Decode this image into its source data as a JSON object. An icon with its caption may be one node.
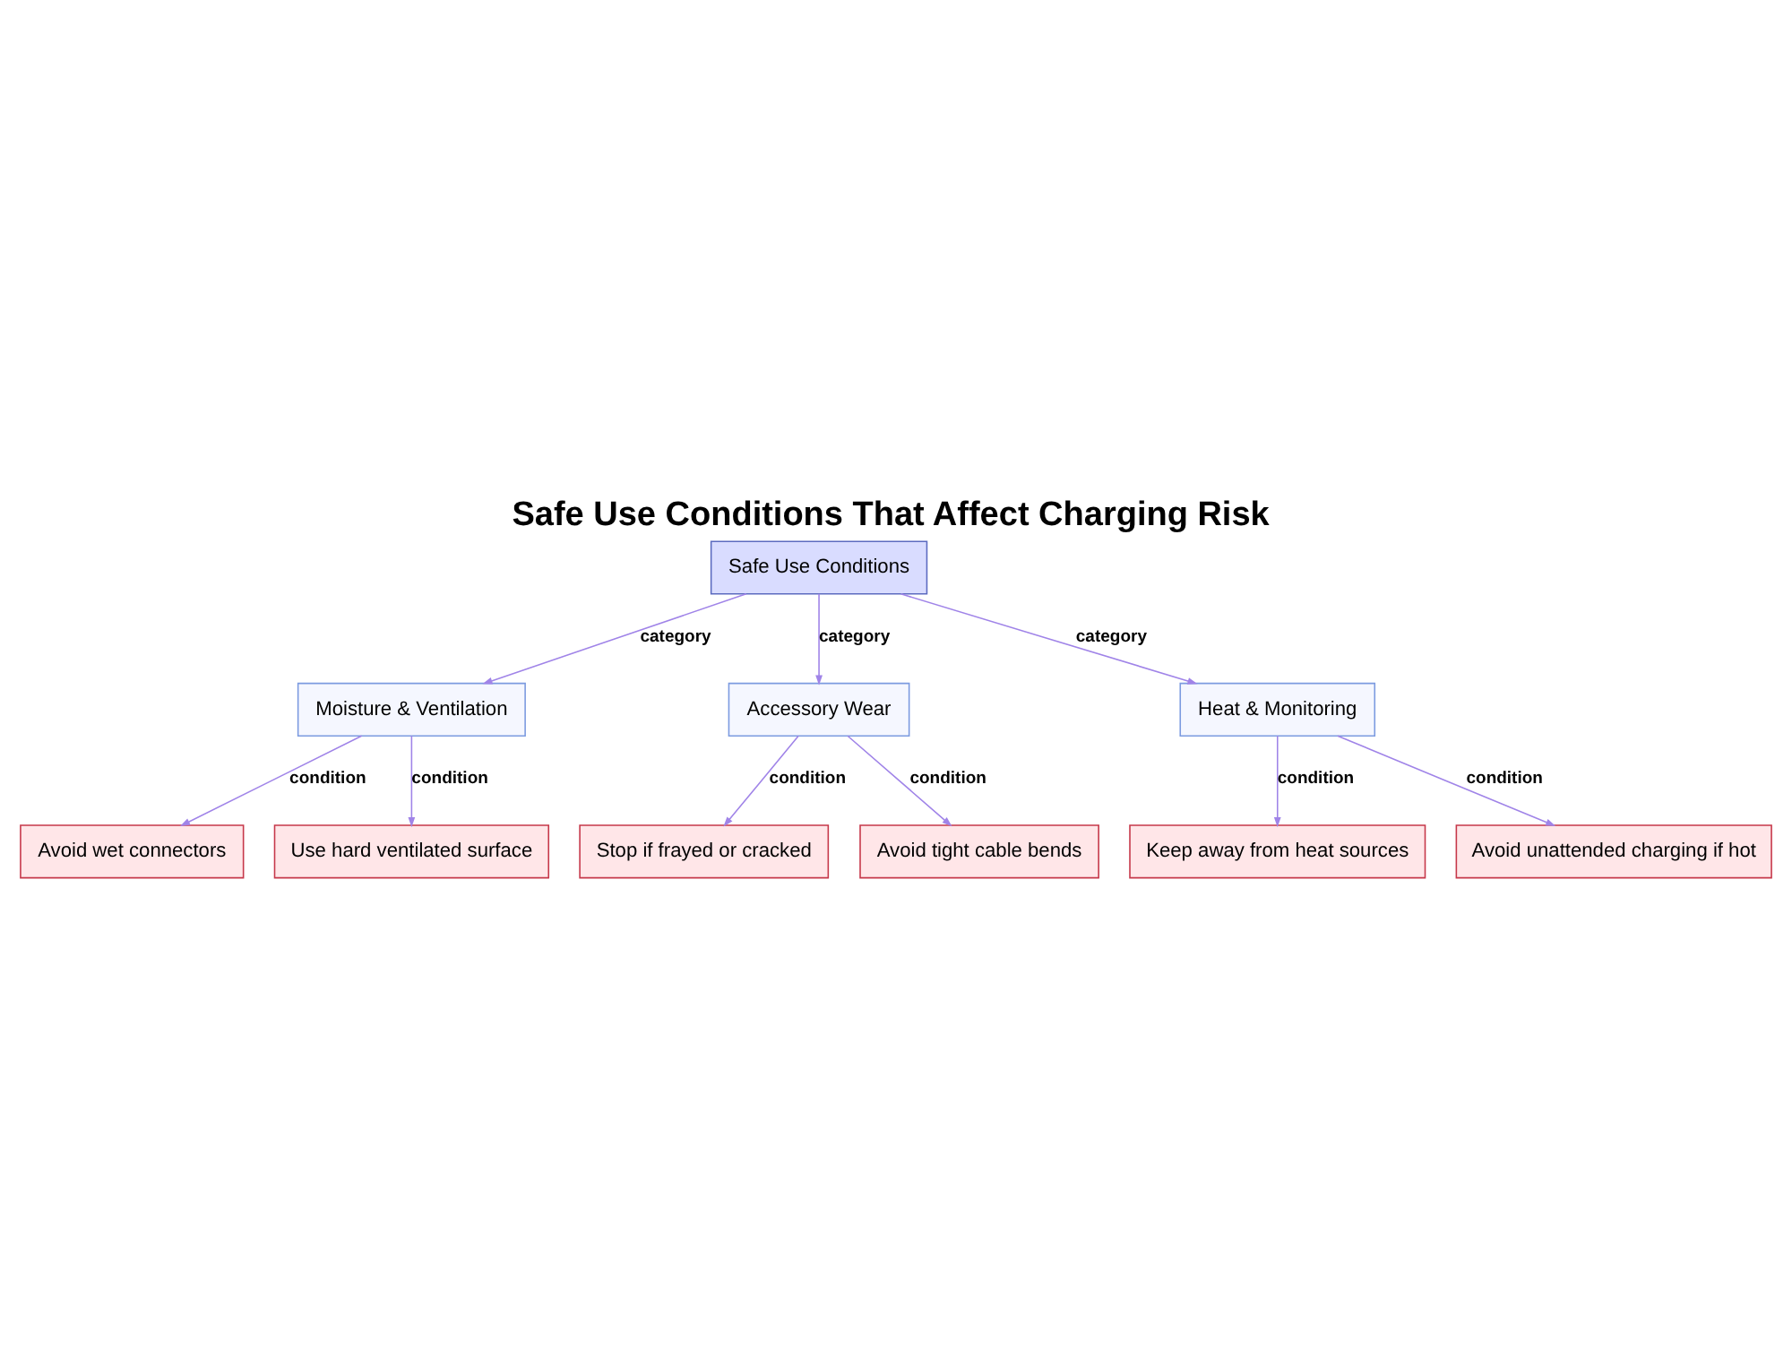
{
  "diagram": {
    "title": "Safe Use Conditions That Affect Charging Risk",
    "nodes": [
      {
        "text": [
          "Safe Use Conditions"
        ]
      },
      {
        "text": [
          "Moisture & Ventilation"
        ]
      },
      {
        "text": [
          "Accessory Wear"
        ]
      },
      {
        "text": [
          "Heat & Monitoring"
        ]
      },
      {
        "text": [
          "Avoid wet connectors"
        ]
      },
      {
        "text": [
          "Use hard ventilated surface"
        ]
      },
      {
        "text": [
          "Stop if frayed or cracked"
        ]
      },
      {
        "text": [
          "Avoid tight cable bends"
        ]
      },
      {
        "text": [
          "Keep away from heat sources"
        ]
      },
      {
        "text": [
          "Avoid unattended charging if hot"
        ]
      }
    ],
    "edges": [
      {
        "from": 0,
        "to": 1,
        "arrow": "to",
        "label": "category"
      },
      {
        "from": 0,
        "to": 2,
        "arrow": "to",
        "label": "category"
      },
      {
        "from": 0,
        "to": 3,
        "arrow": "to",
        "label": "category"
      },
      {
        "from": 1,
        "to": 4,
        "arrow": "to",
        "label": "condition"
      },
      {
        "from": 1,
        "to": 5,
        "arrow": "to",
        "label": "condition"
      },
      {
        "from": 2,
        "to": 6,
        "arrow": "to",
        "label": "condition"
      },
      {
        "from": 2,
        "to": 7,
        "arrow": "to",
        "label": "condition"
      },
      {
        "from": 3,
        "to": 8,
        "arrow": "to",
        "label": "condition"
      },
      {
        "from": 3,
        "to": 9,
        "arrow": "to",
        "label": "condition"
      }
    ]
  }
}
